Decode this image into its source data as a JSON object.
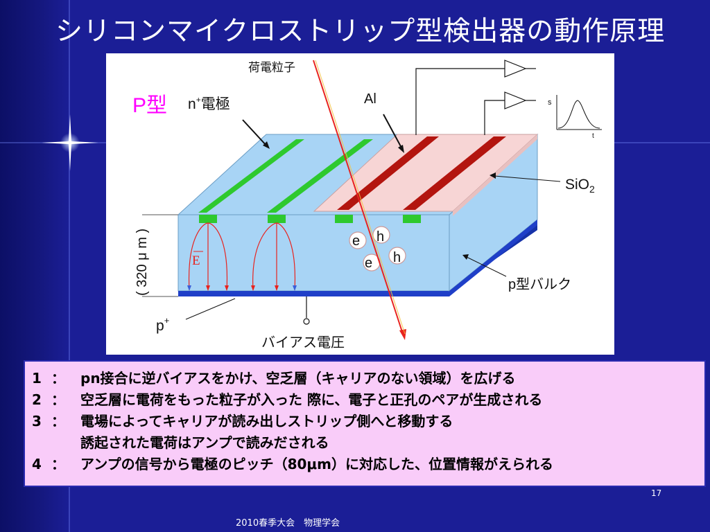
{
  "slide": {
    "title": "シリコンマイクロストリップ型検出器の動作原理",
    "page_number": "17",
    "footer": "2010春季大会　物理学会"
  },
  "diagram": {
    "labels": {
      "particle": "荷電粒子",
      "p_type": "P型",
      "n_base": "n",
      "n_sup": "+",
      "n_suffix": "電極",
      "al": "Al",
      "sio_base": "SiO",
      "sio_sub": "2",
      "bulk": "p型バルク",
      "thickness": "( 320 μ m )",
      "field": "E",
      "p_plus_base": "p",
      "p_plus_sup": "+",
      "bias": "バイアス電圧",
      "signal_s": "s",
      "signal_t": "t"
    },
    "carriers": [
      "e",
      "h",
      "e",
      "h"
    ]
  },
  "explanations": [
    {
      "num": "1",
      "colon": "：",
      "text": "pn接合に逆バイアスをかけ、空乏層（キャリアのない領域）を広げる"
    },
    {
      "num": "2",
      "colon": "：",
      "text": "空乏層に電荷をもった粒子が入った 際に、電子と正孔のペアが生成される"
    },
    {
      "num": "3",
      "colon": "：",
      "text": "電場によってキャリアが読み出しストリップ側へと移動する"
    },
    {
      "num": "",
      "colon": "",
      "text": "誘起された電荷はアンプで読みだされる"
    },
    {
      "num": "4",
      "colon": "：",
      "text": "アンプの信号から電極のピッチ（80μm）に対応した、位置情報がえられる"
    }
  ],
  "colors": {
    "background": "#1b1e96",
    "silicon": "#a8d4f5",
    "strip_n": "#2ec92e",
    "strip_al": "#b3150f",
    "oxide": "#f7d5d5",
    "backplane": "#1f3fc8",
    "p_type_label": "#ff00ff",
    "field_label": "#e8231e",
    "explain_bg": "#f9ccf9"
  }
}
